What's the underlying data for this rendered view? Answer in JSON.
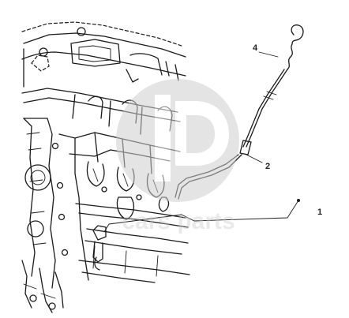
{
  "diagram": {
    "callouts": [
      {
        "id": "1",
        "label": "1"
      },
      {
        "id": "2",
        "label": "2"
      },
      {
        "id": "4",
        "label": "4"
      }
    ],
    "watermark": {
      "text": "cars parts"
    }
  },
  "colors": {
    "ink": "#1a1a1a",
    "watermark": "#c8c8c8",
    "background": "#ffffff"
  }
}
